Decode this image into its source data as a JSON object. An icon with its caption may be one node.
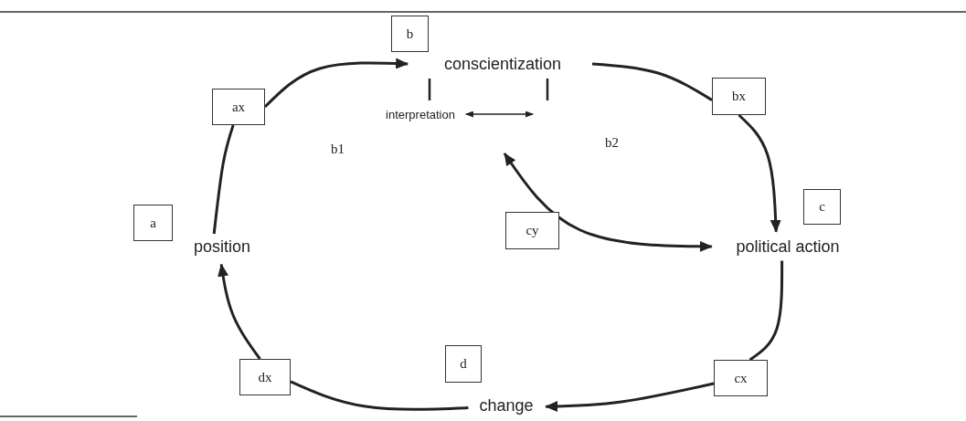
{
  "diagram": {
    "nodes": [
      {
        "text": [
          "b"
        ]
      },
      {
        "text": [
          "conscientization"
        ]
      },
      {
        "text": [
          "ax"
        ]
      },
      {
        "text": [
          "interpretation"
        ]
      },
      {
        "text": [
          "bx"
        ]
      },
      {
        "text": [
          "a"
        ]
      },
      {
        "text": [
          "position"
        ]
      },
      {
        "text": [
          "c"
        ]
      },
      {
        "text": [
          "cy"
        ]
      },
      {
        "text": [
          "political action"
        ]
      },
      {
        "text": [
          "d"
        ]
      },
      {
        "text": [
          "dx"
        ]
      },
      {
        "text": [
          "cx"
        ]
      },
      {
        "text": [
          "change"
        ]
      }
    ],
    "edges": [
      {
        "from": 6,
        "to": 2,
        "arrow": "none"
      },
      {
        "from": 2,
        "to": 1,
        "arrow": "to"
      },
      {
        "from": 1,
        "to": 4,
        "arrow": "none"
      },
      {
        "from": 4,
        "to": 9,
        "arrow": "to"
      },
      {
        "from": 9,
        "to": 12,
        "arrow": "none"
      },
      {
        "from": 12,
        "to": 13,
        "arrow": "to"
      },
      {
        "from": 13,
        "to": 11,
        "arrow": "none"
      },
      {
        "from": 11,
        "to": 6,
        "arrow": "to"
      },
      {
        "from": 9,
        "to": null,
        "arrow": "both"
      },
      {
        "from": 3,
        "to": null,
        "arrow": "both"
      }
    ],
    "labels": [
      "b1",
      "b2"
    ]
  }
}
